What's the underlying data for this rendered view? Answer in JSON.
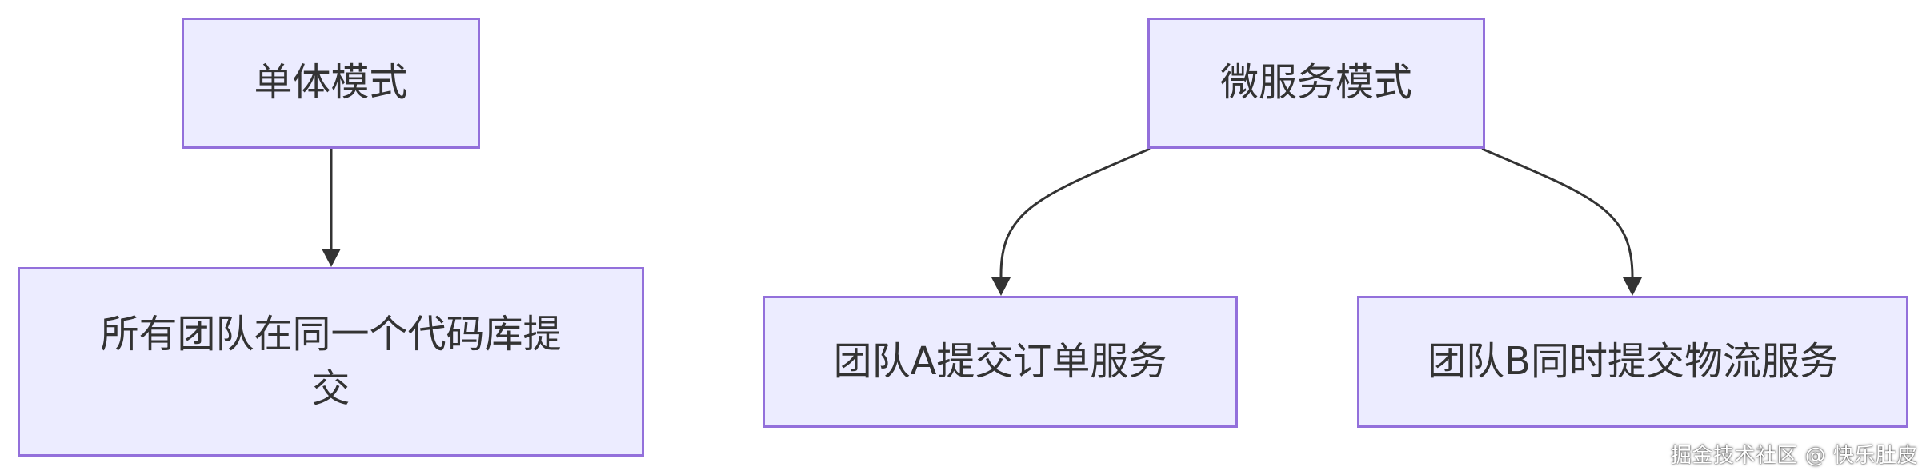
{
  "nodes": {
    "monolith": "单体模式",
    "monolith_desc": "所有团队在同一个代码库提交",
    "microservices": "微服务模式",
    "team_a": "团队A提交订单服务",
    "team_b": "团队B同时提交物流服务"
  },
  "edges": [
    {
      "from": "monolith",
      "to": "monolith_desc"
    },
    {
      "from": "microservices",
      "to": "team_a"
    },
    {
      "from": "microservices",
      "to": "team_b"
    }
  ],
  "colors": {
    "node_fill": "#ececff",
    "node_border": "#9370db",
    "edge": "#333333",
    "text": "#333333"
  },
  "watermark": "掘金技术社区 @ 快乐肚皮"
}
